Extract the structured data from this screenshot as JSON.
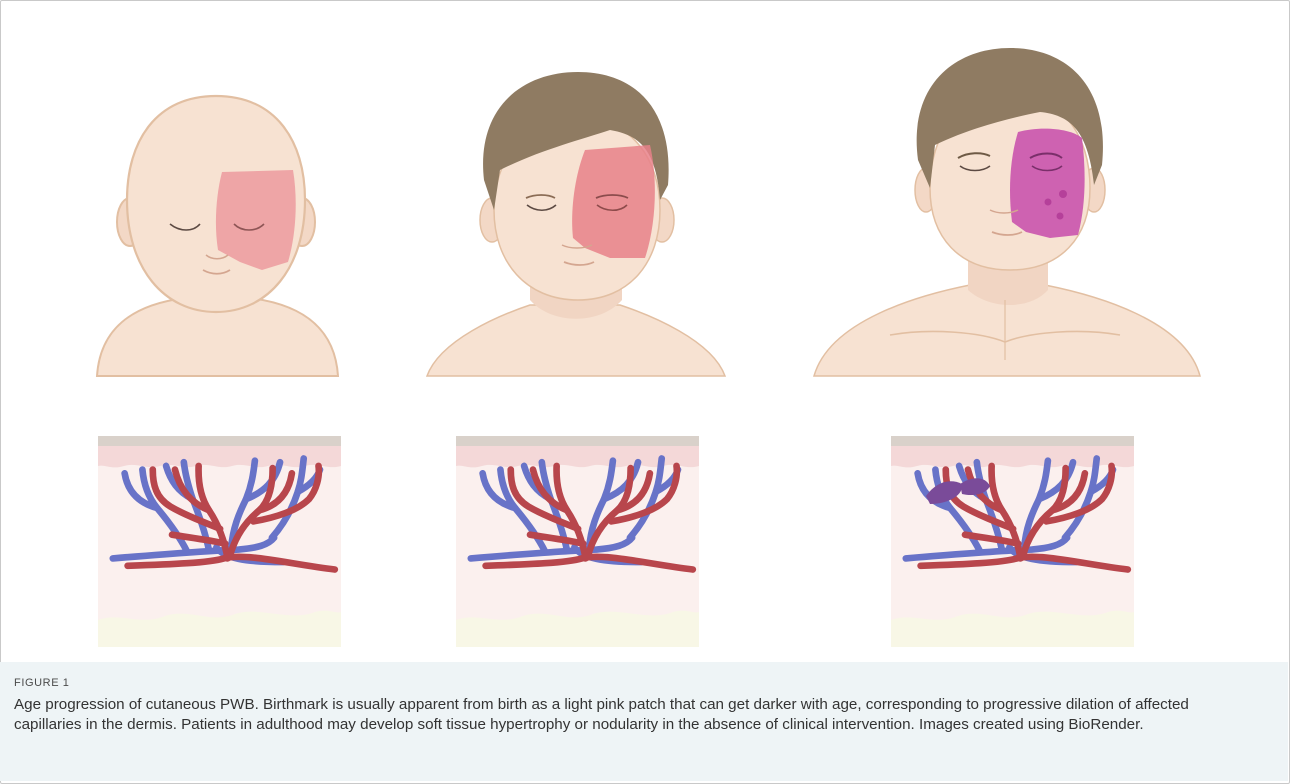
{
  "figure": {
    "label": "FIGURE 1",
    "caption": "Age progression of cutaneous PWB. Birthmark is usually apparent from birth as a light pink patch that can get darker with age, corresponding to progressive dilation of affected capillaries in the dermis. Patients in adulthood may develop soft tissue hypertrophy or nodularity in the absence of clinical intervention. Images created using BioRender."
  },
  "panels": [
    {
      "stage": "infant",
      "patch_color": "#ec9a9f"
    },
    {
      "stage": "child",
      "patch_color": "#e88189"
    },
    {
      "stage": "adult",
      "patch_color": "#c954ad"
    }
  ],
  "colors": {
    "skin": "#f7e2d2",
    "skin_outline": "#e2bfa2",
    "hair": "#8f7b62",
    "artery": "#b8464c",
    "vein": "#6873c8",
    "dilated_tip": "#7a4b99",
    "epidermis": "#f4d8d8",
    "dermis": "#fbf0ee",
    "hypodermis": "#f8f7e6",
    "caption_bg": "#eef4f6"
  }
}
